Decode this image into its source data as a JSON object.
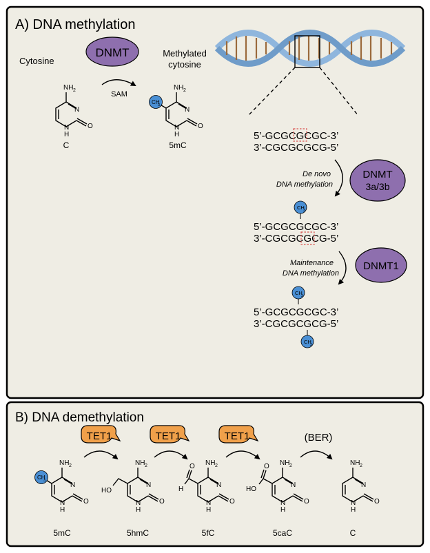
{
  "panel_a": {
    "title": "A) DNA methylation",
    "cytosine_label": "Cytosine",
    "dnmt_label": "DNMT",
    "methylated_label_1": "Methylated",
    "methylated_label_2": "cytosine",
    "sam_label": "SAM",
    "c_caption": "C",
    "fivemc_caption": "5mC",
    "seq1_top": "5’-GCGCGCGC-3’",
    "seq1_bottom": "3’-CGCGCGCG-5’",
    "de_novo_1": "De novo",
    "de_novo_2": "DNA methylation",
    "dnmt3_line1": "DNMT",
    "dnmt3_line2": "3a/3b",
    "seq2_top": "5’-GCGCGCGC-3’",
    "seq2_bottom": "3’-CGCGCGCG-5’",
    "maint_1": "Maintenance",
    "maint_2": "DNA methylation",
    "dnmt1_label": "DNMT1",
    "seq3_top": "5’-GCGCGCGC-3’",
    "seq3_bottom": "3’-CGCGCGCG-5’"
  },
  "panel_b": {
    "title": "B) DNA demethylation",
    "tet_label": "TET1",
    "ber_label": "(BER)",
    "captions": [
      "5mC",
      "5hmC",
      "5fC",
      "5caC",
      "C"
    ]
  },
  "chem": {
    "nh2": "NH",
    "sub2": "2",
    "n": "N",
    "h": "H",
    "o": "O",
    "ch3": "CH",
    "sub3": "3",
    "ho": "HO"
  },
  "colors": {
    "panel_bg": "#efede4",
    "enzyme_purple": "#8e6fae",
    "tet_orange": "#f0a04a",
    "methyl_blue": "#4a8fd4",
    "highlight_red": "#d9534f",
    "dna_blue": "#8fb6dd",
    "dna_brown": "#9b6a3c"
  }
}
